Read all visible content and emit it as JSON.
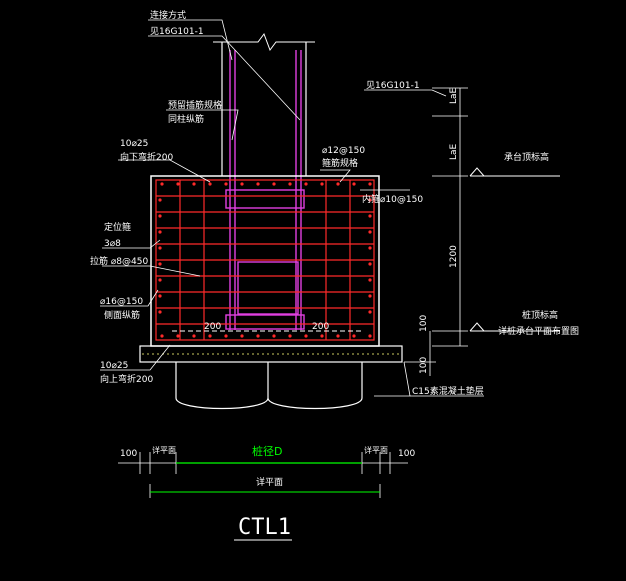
{
  "colors": {
    "background": "#000000",
    "outline": "#ffffff",
    "rebar": "#ff2a2a",
    "column_rebar": "#e040e0",
    "pile": "#ffffff",
    "dimension": "#00ff00",
    "cushion": "#c8c860",
    "title": "#ffffff"
  },
  "labels": {
    "connection_method": "连接方式",
    "ref_top_left": "见16G101-1",
    "column_rebar_note": "预留插筋规格",
    "column_rebar_note2": "同柱纵筋",
    "top_bars": "10⌀25",
    "top_bars_note": "向下弯折200",
    "stirrup_top": "⌀12@150",
    "stirrup_top_note": "箍筋规格",
    "positioning_stirrup": "定位箍",
    "positioning_count": "3⌀8",
    "side_ties": "拉筋 ⌀8@450",
    "side_bars": "⌀16@150",
    "side_bars_note": "侧面纵筋",
    "inner_bars": "内箍⌀10@150",
    "bottom_bars": "10⌀25",
    "bottom_bars_note": "向上弯折200",
    "ref_top_right": "见16G101-1",
    "lae": "LaE",
    "lae2": "LaE",
    "cap_top_level": "承台顶标高",
    "pile_top_level": "桩顶标高",
    "pile_top_note": "详桩承台平面布置图",
    "cushion_note": "C15素混凝土垫层",
    "title": "CTL1"
  },
  "dimensions": {
    "height": "1200",
    "bottom_offset": "100",
    "cushion": "100",
    "cover_left": "200",
    "cover_right": "200",
    "edge_left": "100",
    "edge_right": "100",
    "left_seg": "详平面",
    "right_seg": "详平面",
    "pile_dia": "桩径D",
    "total": "详平面"
  }
}
